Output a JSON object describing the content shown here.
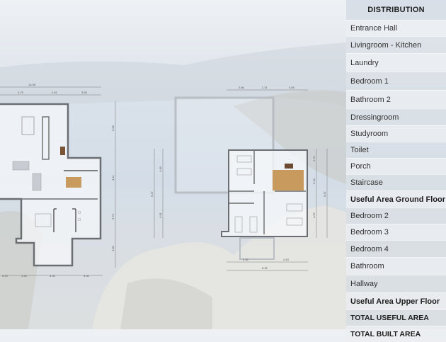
{
  "table": {
    "header": "DISTRIBUTION",
    "rows": [
      {
        "label": "Entrance Hall"
      },
      {
        "label": "Livingroom - Kitchen"
      },
      {
        "label": "Laundry"
      },
      {
        "label": "Bedroom 1"
      },
      {
        "label": "Bathroom 2"
      },
      {
        "label": "Dressingroom"
      },
      {
        "label": "Studyroom"
      },
      {
        "label": "Toilet"
      },
      {
        "label": "Porch"
      },
      {
        "label": "Staircase"
      },
      {
        "label": "Useful Area Ground Floor"
      },
      {
        "label": "Bedroom 2"
      },
      {
        "label": "Bedroom 3"
      },
      {
        "label": "Bedroom 4"
      },
      {
        "label": "Bathroom"
      },
      {
        "label": "Hallway"
      },
      {
        "label": "Useful Area Upper Floor"
      },
      {
        "label": "TOTAL USEFUL AREA"
      },
      {
        "label": "TOTAL BUILT AREA"
      }
    ]
  },
  "ground_floor": {
    "dims_top_total": "13.95",
    "dims_top": [
      "4.79",
      "2.61",
      "3.55"
    ],
    "dims_right": [
      "5.58",
      "4.11",
      "3.76",
      "3.86"
    ],
    "dims_bottom": [
      "2.00",
      "1.93",
      "4.05",
      "3.05"
    ]
  },
  "upper_floor": {
    "dims_top": [
      "2.86",
      "2.11",
      "3.56"
    ],
    "dims_left": [
      "4.46",
      "4.91"
    ],
    "dims_left_total": "9.37",
    "dims_right": [
      "2.22",
      "2.24",
      "4.97"
    ],
    "dims_right_total": "9.37",
    "dims_bottom": [
      "3.92",
      "4.43"
    ],
    "dims_bottom_total": "8.35"
  },
  "colors": {
    "wall": "#6b6f73",
    "stair": "#c99a5e",
    "table_header": "#d6dde6"
  }
}
